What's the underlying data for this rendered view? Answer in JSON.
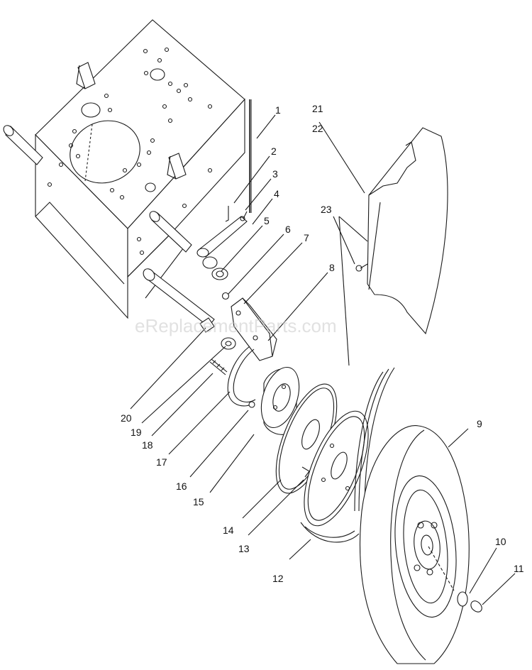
{
  "watermark": "eReplacementParts.com",
  "callouts": [
    {
      "id": "c1",
      "label": "1"
    },
    {
      "id": "c2",
      "label": "2"
    },
    {
      "id": "c3",
      "label": "3"
    },
    {
      "id": "c4",
      "label": "4"
    },
    {
      "id": "c5",
      "label": "5"
    },
    {
      "id": "c6",
      "label": "6"
    },
    {
      "id": "c7",
      "label": "7"
    },
    {
      "id": "c8",
      "label": "8"
    },
    {
      "id": "c9",
      "label": "9"
    },
    {
      "id": "c10",
      "label": "10"
    },
    {
      "id": "c11",
      "label": "11"
    },
    {
      "id": "c12",
      "label": "12"
    },
    {
      "id": "c13",
      "label": "13"
    },
    {
      "id": "c14",
      "label": "14"
    },
    {
      "id": "c15",
      "label": "15"
    },
    {
      "id": "c16",
      "label": "16"
    },
    {
      "id": "c17",
      "label": "17"
    },
    {
      "id": "c18",
      "label": "18"
    },
    {
      "id": "c19",
      "label": "19"
    },
    {
      "id": "c20",
      "label": "20"
    },
    {
      "id": "c21",
      "label": "21"
    },
    {
      "id": "c22",
      "label": "22"
    },
    {
      "id": "c23",
      "label": "23"
    }
  ]
}
